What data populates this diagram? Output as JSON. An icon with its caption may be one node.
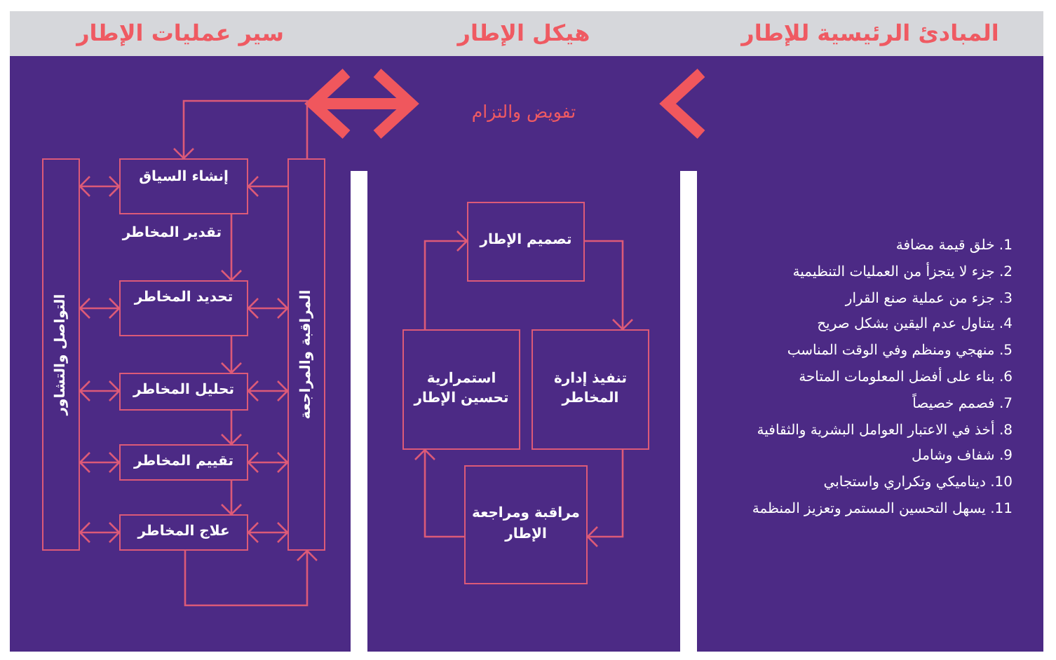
{
  "diagram": {
    "nodes": [
      {
        "text": [
          "المبادئ الرئيسية للإطار",
          "1. خلق قيمة مضافة",
          "2. جزء لا يتجزأ من العمليات التنظيمية",
          "3. جزء من عملية صنع القرار",
          "4. يتناول عدم اليقين بشكل صريح",
          "5. منهجي ومنظم وفي الوقت المناسب",
          "6. بناء على أفضل المعلومات المتاحة",
          "7. فصمم خصيصاً",
          "8. أخذ في الاعتبار العوامل البشرية والثقافية",
          "9. شفاف وشامل",
          "10. ديناميكي وتكراري واستجابي",
          "11. يسهل التحسين المستمر وتعزيز المنظمة"
        ]
      },
      {
        "text": [
          "هيكل الإطار",
          "تفويض والتزام"
        ]
      },
      {
        "text": [
          "تصميم الإطار"
        ],
        "in": 1
      },
      {
        "text": [
          "تنفيذ إدارة المخاطر"
        ],
        "in": 1
      },
      {
        "text": [
          "استمرارية تحسين الإطار"
        ],
        "in": 1
      },
      {
        "text": [
          "مراقبة ومراجعة الإطار"
        ],
        "in": 1
      },
      {
        "text": [
          "سير عمليات الإطار"
        ]
      },
      {
        "text": [
          "المراقبة والمراجعة"
        ],
        "in": 6
      },
      {
        "text": [
          "إنشاء السياق"
        ],
        "in": 6
      },
      {
        "text": [
          "تحديد المخاطر"
        ],
        "in": 6
      },
      {
        "text": [
          "تحليل المخاطر"
        ],
        "in": 6
      },
      {
        "text": [
          "تقييم المخاطر"
        ],
        "in": 6
      },
      {
        "text": [
          "علاج المخاطر"
        ],
        "in": 6
      },
      {
        "text": [
          "التواصل والتشاور"
        ],
        "in": 6
      }
    ],
    "edges": [
      {
        "from": 0,
        "to": 1,
        "arrow": "to",
        "style": "thick",
        "color": "#f0575d"
      },
      {
        "from": 1,
        "to": 6,
        "arrow": "both",
        "style": "thick",
        "color": "#f0575d"
      },
      {
        "from": 2,
        "to": 3,
        "arrow": "to"
      },
      {
        "from": 3,
        "to": 5,
        "arrow": "to"
      },
      {
        "from": 5,
        "to": 4,
        "arrow": "to"
      },
      {
        "from": 4,
        "to": 2,
        "arrow": "to"
      },
      {
        "from": 8,
        "to": 9,
        "arrow": "to"
      },
      {
        "from": 9,
        "to": 10,
        "arrow": "to"
      },
      {
        "from": 10,
        "to": 11,
        "arrow": "to"
      },
      {
        "from": 11,
        "to": 12,
        "arrow": "to"
      },
      {
        "from": 12,
        "to": 7,
        "arrow": "to"
      },
      {
        "from": 7,
        "to": 8,
        "arrow": "to"
      },
      {
        "from": 7,
        "to": 8,
        "arrow": "to"
      },
      {
        "from": 13,
        "to": 8,
        "arrow": "both"
      },
      {
        "from": 13,
        "to": 9,
        "arrow": "both"
      },
      {
        "from": 13,
        "to": 10,
        "arrow": "both"
      },
      {
        "from": 13,
        "to": 11,
        "arrow": "both"
      },
      {
        "from": 13,
        "to": 12,
        "arrow": "both"
      },
      {
        "from": 7,
        "to": 9,
        "arrow": "both"
      },
      {
        "from": 7,
        "to": 10,
        "arrow": "both"
      },
      {
        "from": 7,
        "to": 11,
        "arrow": "both"
      },
      {
        "from": 7,
        "to": 12,
        "arrow": "both"
      }
    ],
    "labels": [
      "تقدير المخاطر"
    ]
  }
}
